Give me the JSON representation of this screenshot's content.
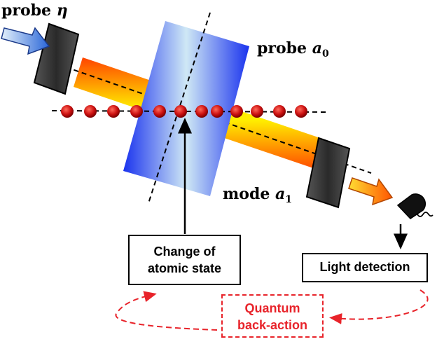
{
  "labels": {
    "probe_eta_prefix": "probe",
    "probe_eta_symbol": "η",
    "probe_a0_prefix": "probe",
    "probe_a0_symbol": "a",
    "probe_a0_sub": "0",
    "mode_a1_prefix": "mode",
    "mode_a1_symbol": "a",
    "mode_a1_sub": "1"
  },
  "boxes": {
    "atomic_change_line1": "Change of",
    "atomic_change_line2": "atomic state",
    "light_detection": "Light detection",
    "quantum_line1": "Quantum",
    "quantum_line2": "back-action"
  },
  "colors": {
    "atoms": "#cc1111",
    "beam_edge": "#ff3300",
    "beam_core": "#ffee00",
    "probe_blue": "#2233ee",
    "mirror": "#333333",
    "backaction": "#e8232a"
  }
}
